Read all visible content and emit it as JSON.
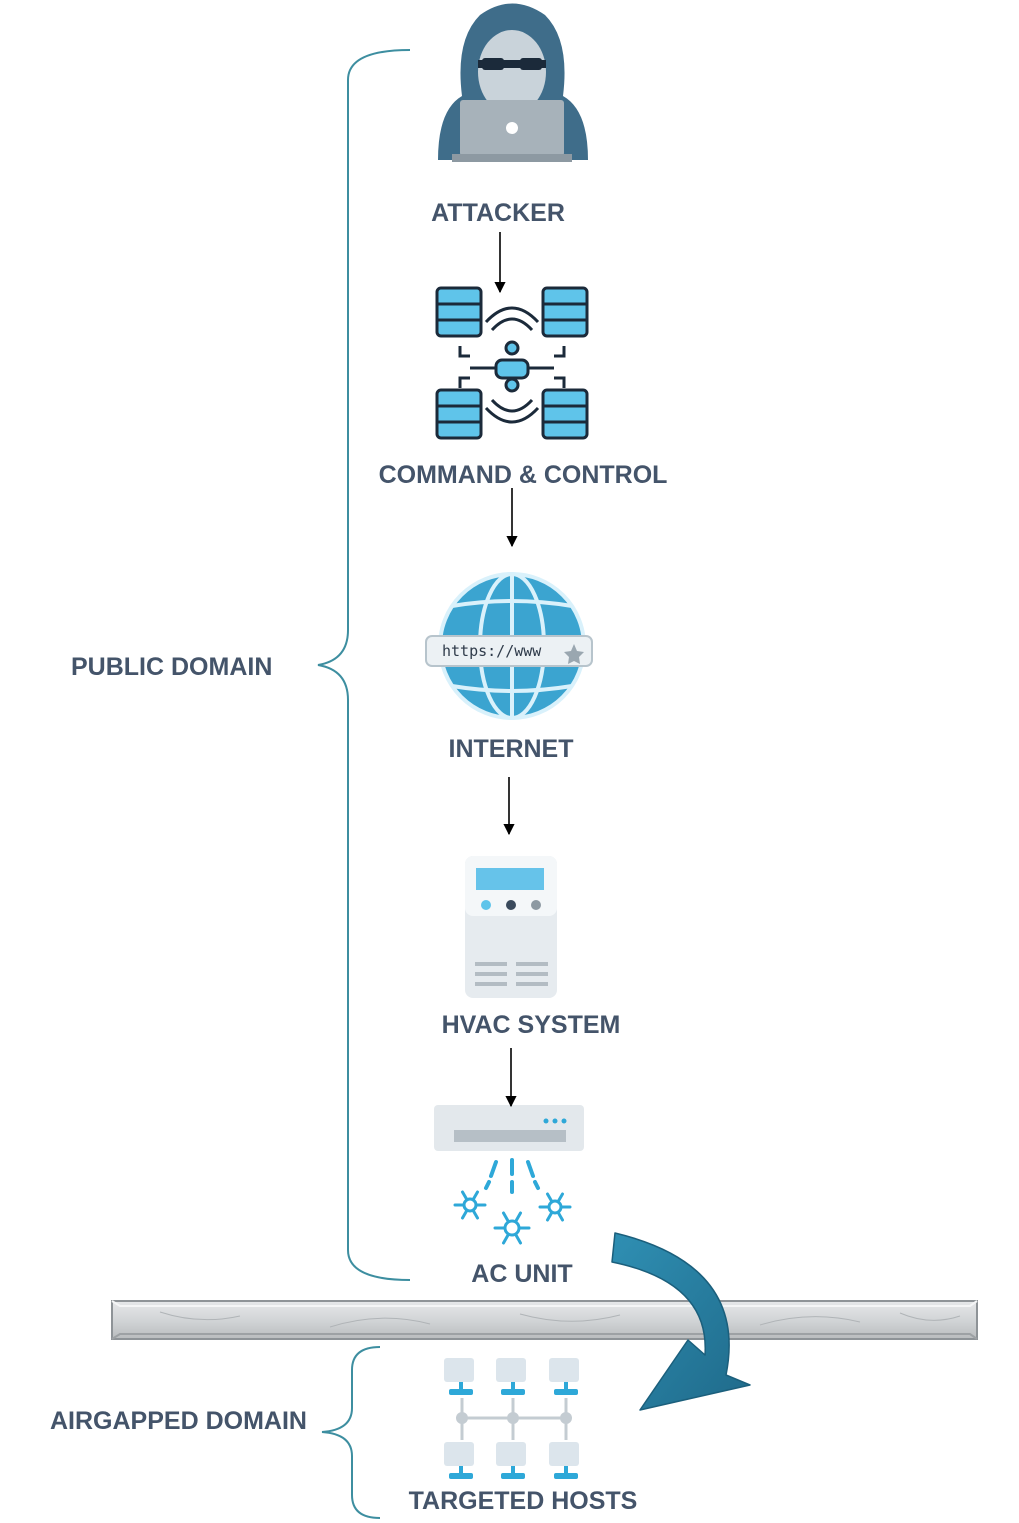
{
  "diagram": {
    "nodes": {
      "attacker": "ATTACKER",
      "c2": "COMMAND & CONTROL",
      "internet": "INTERNET",
      "hvac": "HVAC SYSTEM",
      "ac_unit": "AC UNIT",
      "targets": "TARGETED HOSTS"
    },
    "domains": {
      "public": "PUBLIC DOMAIN",
      "airgapped": "AIRGAPPED DOMAIN"
    },
    "browser_url": "https://www",
    "icons": {
      "attacker": "hooded-hacker-icon",
      "c2": "server-network-icon",
      "internet": "globe-icon",
      "hvac": "hvac-cabinet-icon",
      "ac_unit": "air-conditioner-icon",
      "targets": "network-hosts-icon"
    },
    "colors": {
      "label": "#44546a",
      "bracket": "#3d8ea0",
      "accent_blue": "#2ea8d8",
      "dark_navy": "#1b2a3a",
      "hacker_hood": "#3f6d8a",
      "curved_arrow": "#2a7d9e",
      "wall": "#cfd2d4"
    }
  }
}
